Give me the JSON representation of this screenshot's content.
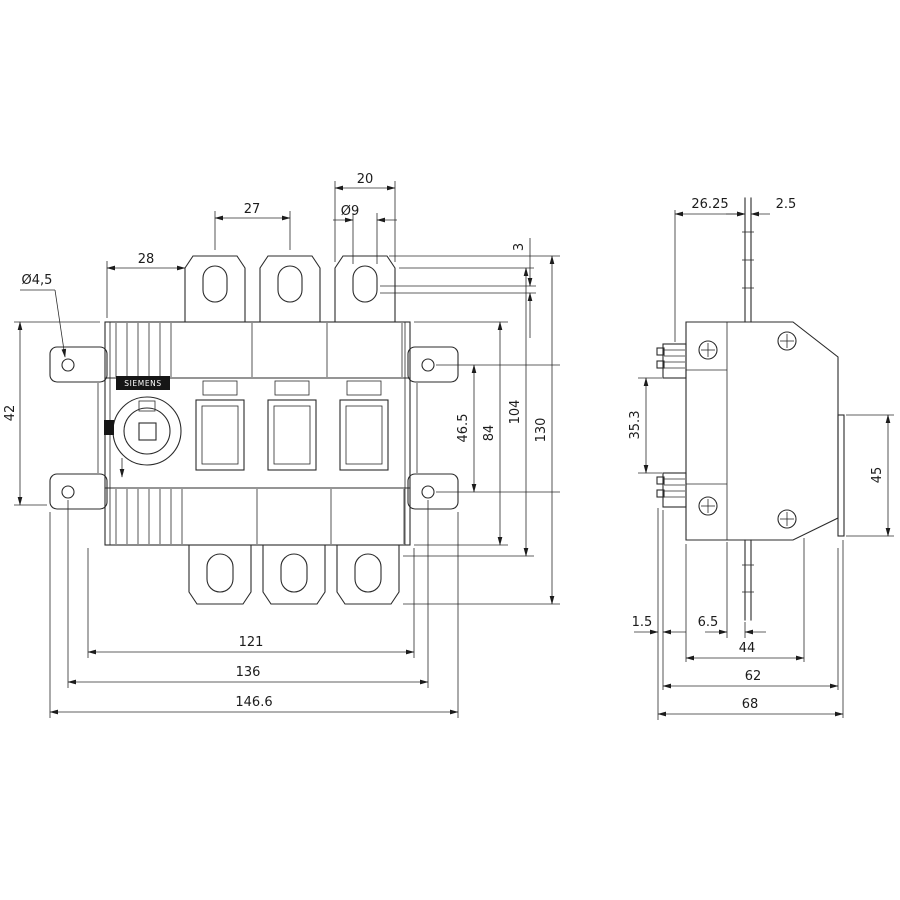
{
  "drawing": {
    "type": "dimension-drawing",
    "background": "#ffffff",
    "line_color": "#2b2b2b",
    "brand": "SIEMENS"
  },
  "front": {
    "d28": "28",
    "d27": "27",
    "d20": "20",
    "dia9": "Ø9",
    "d3": "3",
    "dia4_5": "Ø4,5",
    "d42": "42",
    "d46_5": "46.5",
    "d84": "84",
    "d104": "104",
    "d130": "130",
    "d121": "121",
    "d136": "136",
    "d146_6": "146.6"
  },
  "side": {
    "d26_25": "26.25",
    "d2_5": "2.5",
    "d35_3": "35.3",
    "d45": "45",
    "d1_5": "1.5",
    "d6_5": "6.5",
    "d44": "44",
    "d62": "62",
    "d68": "68"
  }
}
